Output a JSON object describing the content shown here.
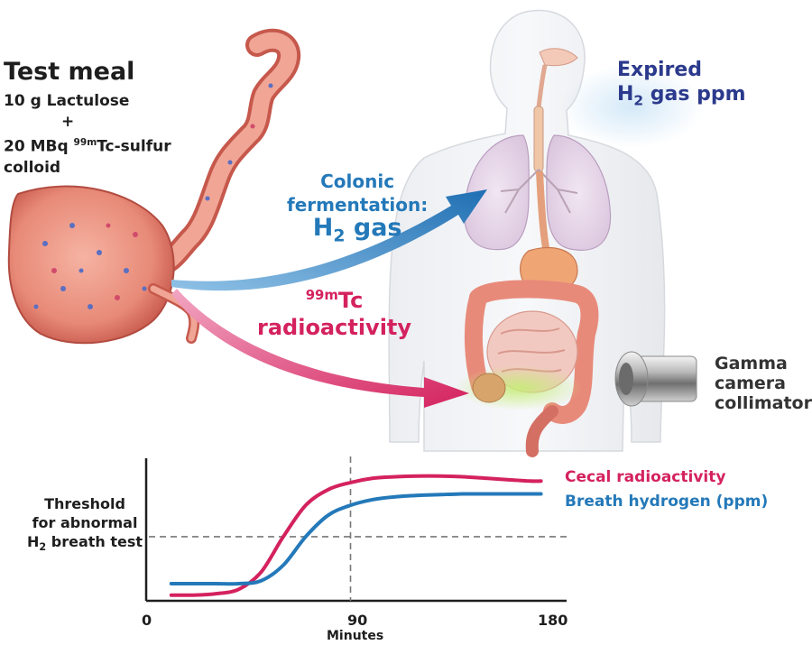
{
  "test_meal": {
    "title": "Test meal",
    "line1": "10 g Lactulose",
    "plus": "+",
    "line2_prefix": "20 MBq ",
    "line2_isotope": "99m",
    "line2_suffix": "Tc-sulfur",
    "line3": "colloid"
  },
  "expired": {
    "line1": "Expired",
    "h": "H",
    "sub": "2",
    "rest": " gas ppm"
  },
  "colonic": {
    "line1": "Colonic",
    "line2": "fermentation:",
    "h": "H",
    "sub": "2",
    "rest": " gas"
  },
  "radioactivity": {
    "isotope": "99m",
    "element": "Tc",
    "word": "radioactivity"
  },
  "gamma": {
    "line1": "Gamma",
    "line2": "camera",
    "line3": "collimator"
  },
  "threshold": {
    "line1": "Threshold",
    "line2": "for abnormal",
    "h": "H",
    "sub": "2",
    "rest": " breath test"
  },
  "chart_data": {
    "type": "line",
    "xlabel": "Minutes",
    "x_ticks": [
      0,
      90,
      180
    ],
    "x_tick_labels": [
      "0",
      "90",
      "180"
    ],
    "xlim": [
      0,
      180
    ],
    "ylim": [
      0,
      100
    ],
    "threshold_y": 45,
    "vertical_marker_x": 90,
    "series": [
      {
        "name": "Cecal radioactivity",
        "color": "#d4225e",
        "x": [
          10,
          20,
          30,
          40,
          50,
          60,
          70,
          80,
          90,
          100,
          110,
          120,
          130,
          140,
          150,
          160,
          170,
          175
        ],
        "y": [
          4,
          4,
          5,
          8,
          20,
          45,
          67,
          78,
          83,
          86,
          87,
          87.5,
          87.5,
          87,
          86,
          85,
          84,
          84
        ]
      },
      {
        "name": "Breath hydrogen (ppm)",
        "color": "#2479b9",
        "x": [
          10,
          20,
          30,
          40,
          50,
          60,
          70,
          80,
          90,
          100,
          110,
          120,
          130,
          140,
          150,
          160,
          170,
          175
        ],
        "y": [
          12,
          12,
          12,
          12,
          14,
          25,
          45,
          60,
          67,
          71,
          73,
          74,
          74.5,
          75,
          75,
          75,
          75,
          75
        ]
      }
    ]
  }
}
